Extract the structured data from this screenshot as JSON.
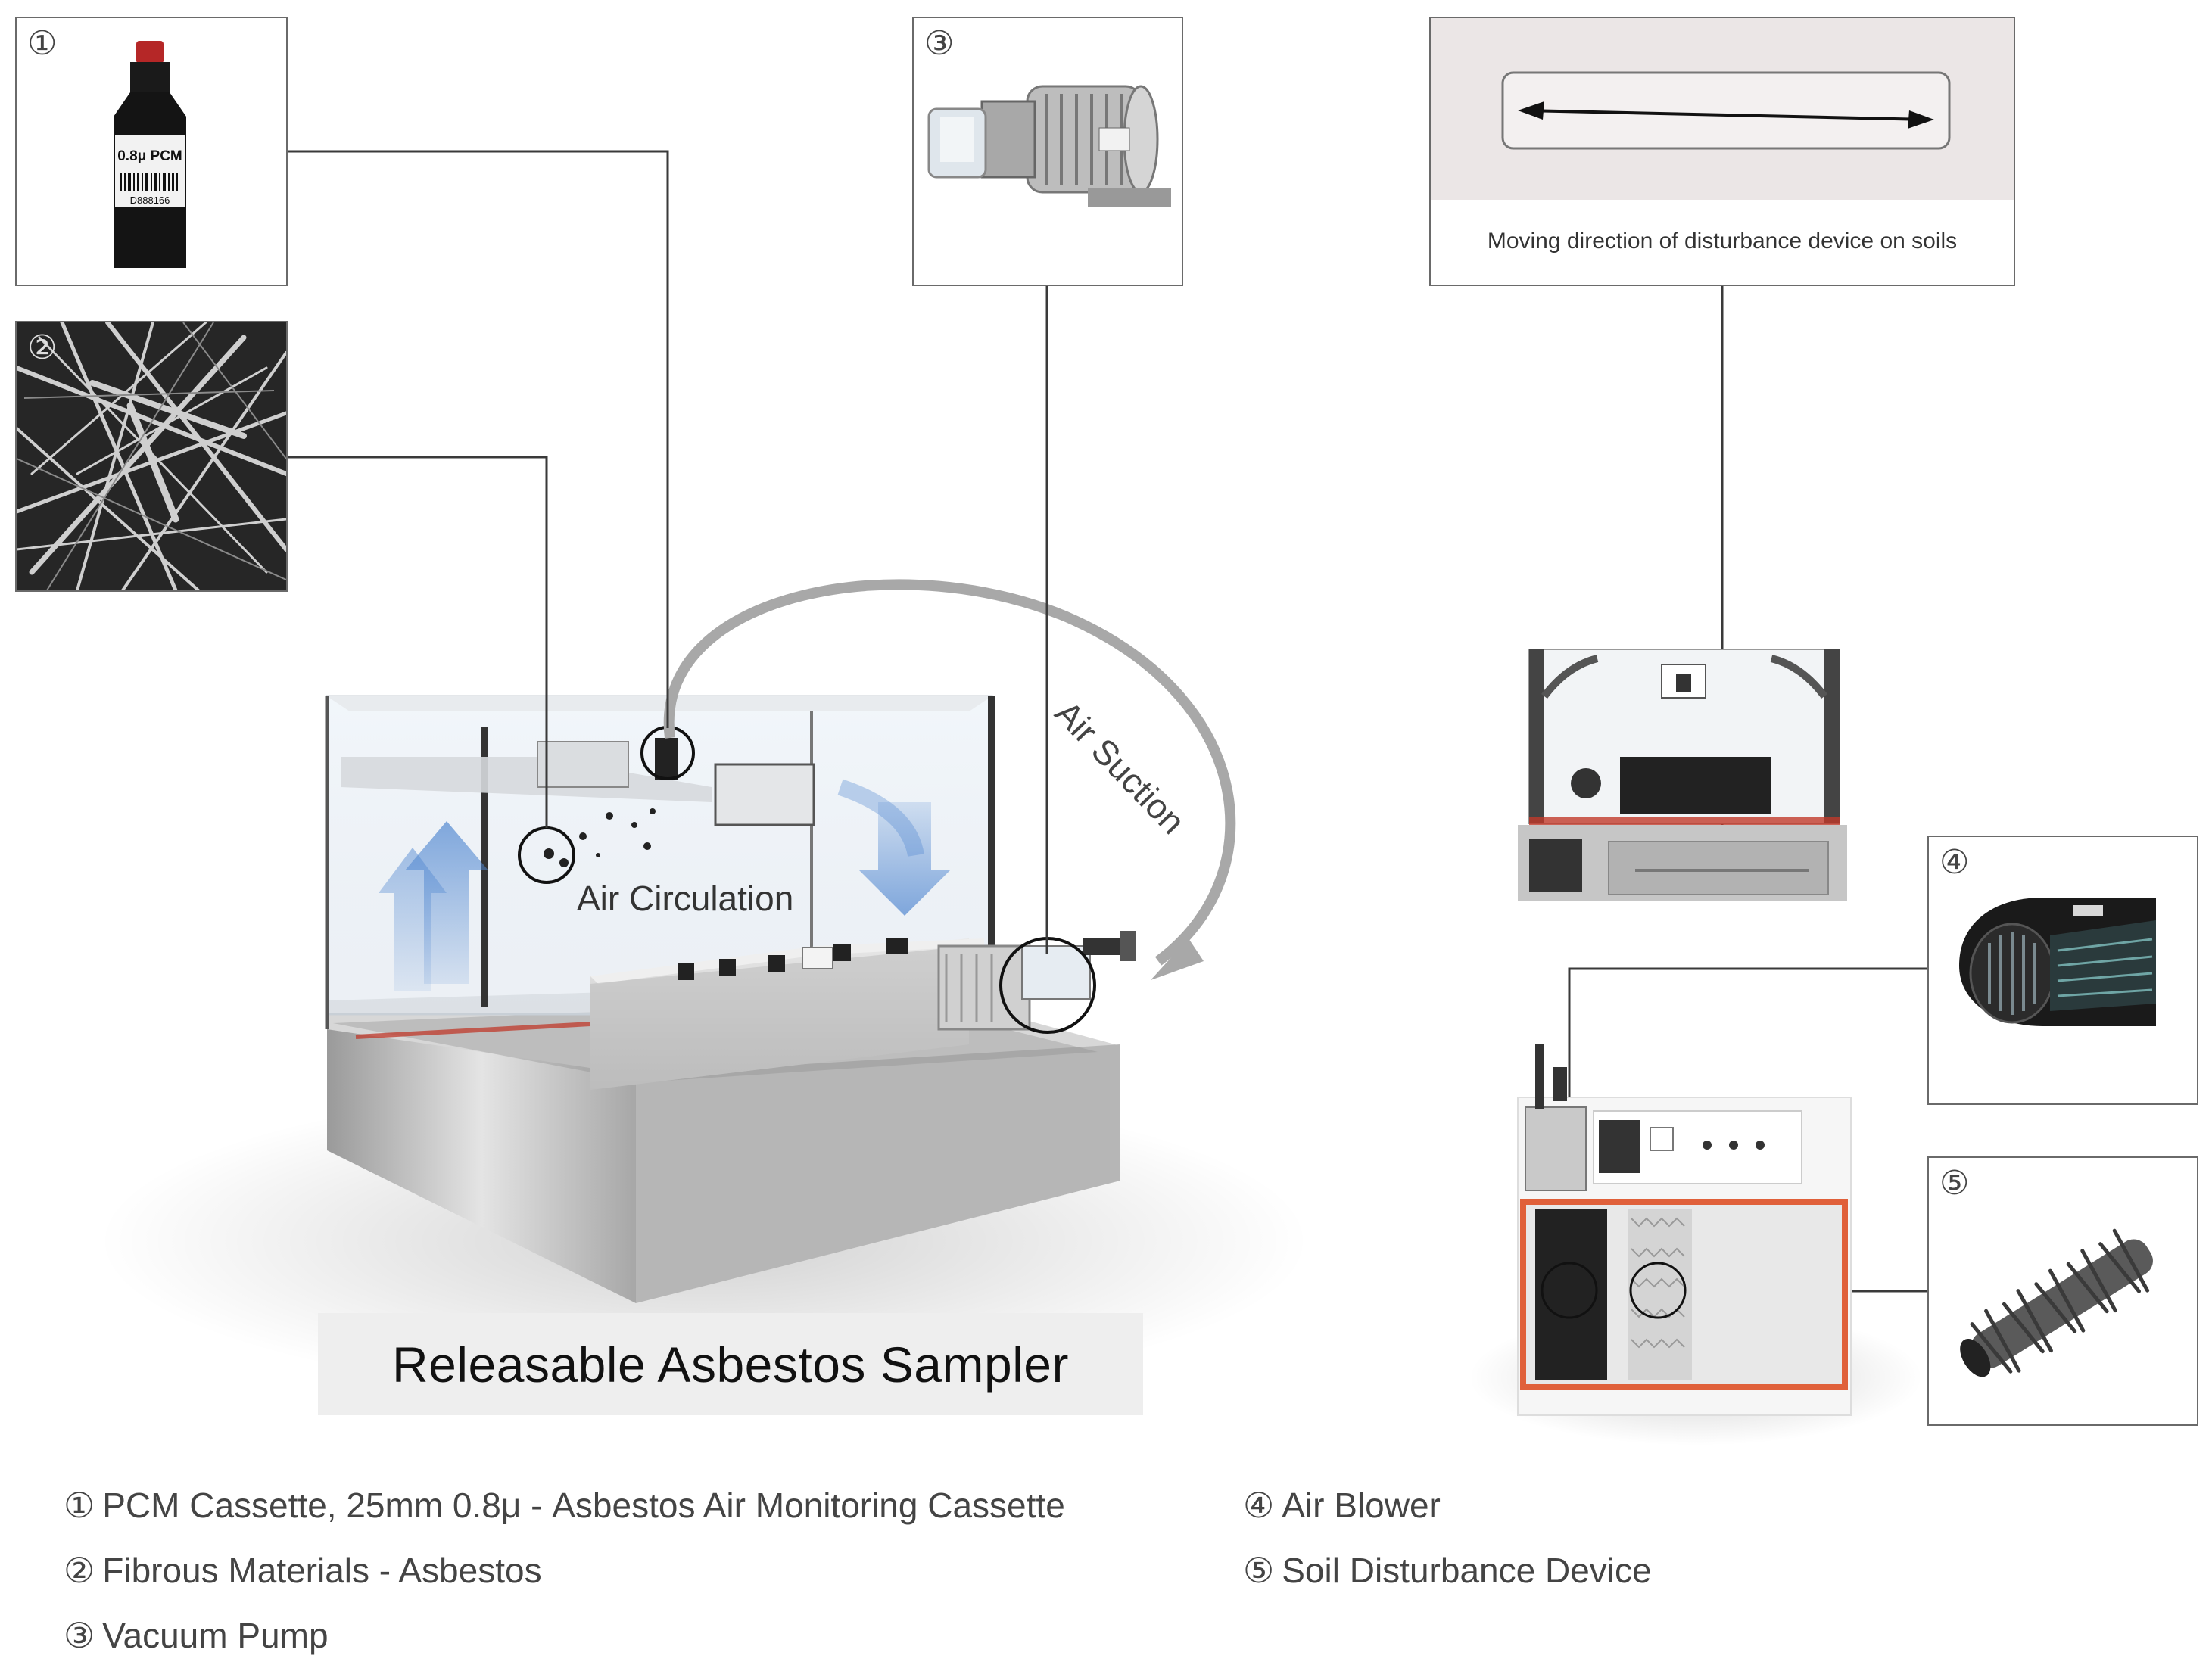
{
  "title": "Releasable Asbestos Sampler",
  "callouts": {
    "c1": "①",
    "c2": "②",
    "c3": "③",
    "c4": "④",
    "c5": "⑤"
  },
  "cassette_label": {
    "line1": "0.8μ PCM",
    "line2": "D888166"
  },
  "direction_box": {
    "label": "Moving direction of disturbance device on soils"
  },
  "flow_labels": {
    "circulation": "Air Circulation",
    "suction": "Air Suction"
  },
  "legend": [
    {
      "glyph": "①",
      "text": "PCM Cassette, 25mm 0.8μ - Asbestos Air Monitoring Cassette"
    },
    {
      "glyph": "②",
      "text": "Fibrous Materials - Asbestos"
    },
    {
      "glyph": "③",
      "text": "Vacuum Pump"
    },
    {
      "glyph": "④",
      "text": "Air Blower"
    },
    {
      "glyph": "⑤",
      "text": "Soil Disturbance Device"
    }
  ],
  "colors": {
    "frame": "#6a6a6a",
    "leader_line": "#3a3a3a",
    "flow_arrow": "#a8a8a8",
    "circulation_arrow": "#8fb6e6",
    "steel": "#c9c9c9",
    "soil_tray_border": "#e0603a"
  }
}
